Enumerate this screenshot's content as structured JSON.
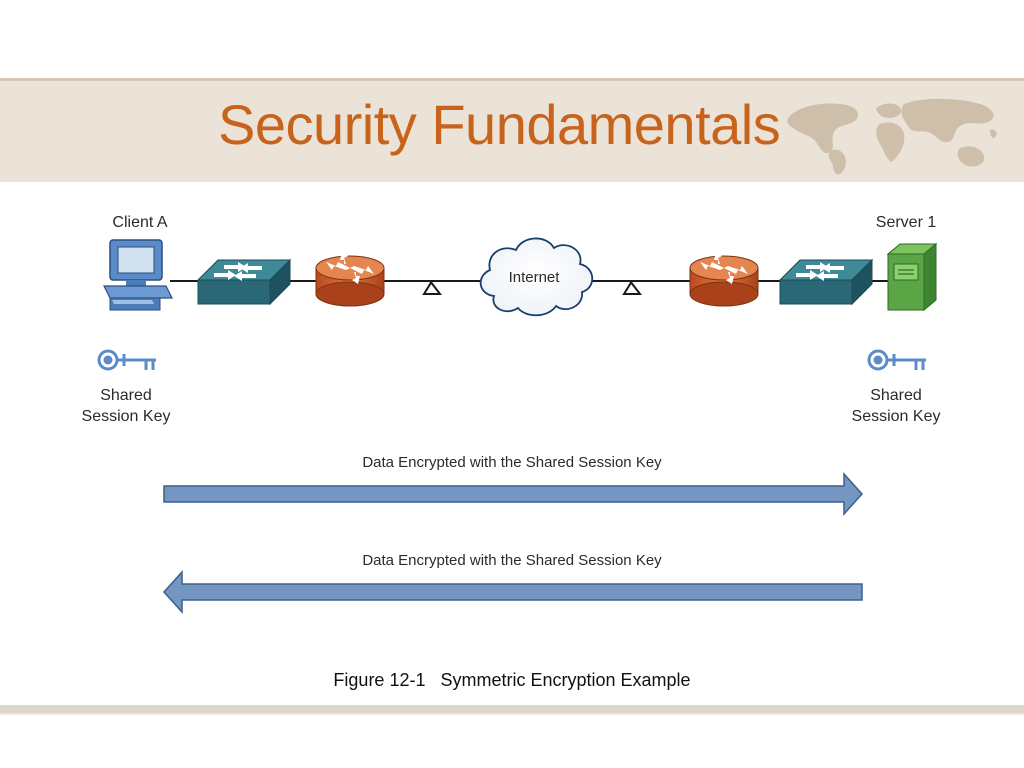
{
  "slide": {
    "title": "Security Fundamentals",
    "caption": "Figure 12-1   Symmetric Encryption Example"
  },
  "diagram": {
    "client_label": "Client A",
    "server_label": "Server 1",
    "cloud_label": "Internet",
    "client_key": {
      "line1": "Shared",
      "line2": "Session Key"
    },
    "server_key": {
      "line1": "Shared",
      "line2": "Session Key"
    },
    "arrow_top_label": "Data Encrypted with the Shared Session Key",
    "arrow_bottom_label": "Data Encrypted with the Shared Session Key"
  },
  "colors": {
    "title": "#c8631c",
    "band": "#ebe3d8",
    "arrow_fill": "#7496c2",
    "arrow_stroke": "#3e5f8a",
    "router": "#d2612e",
    "switch": "#2f6f7f",
    "server": "#5aa646"
  }
}
